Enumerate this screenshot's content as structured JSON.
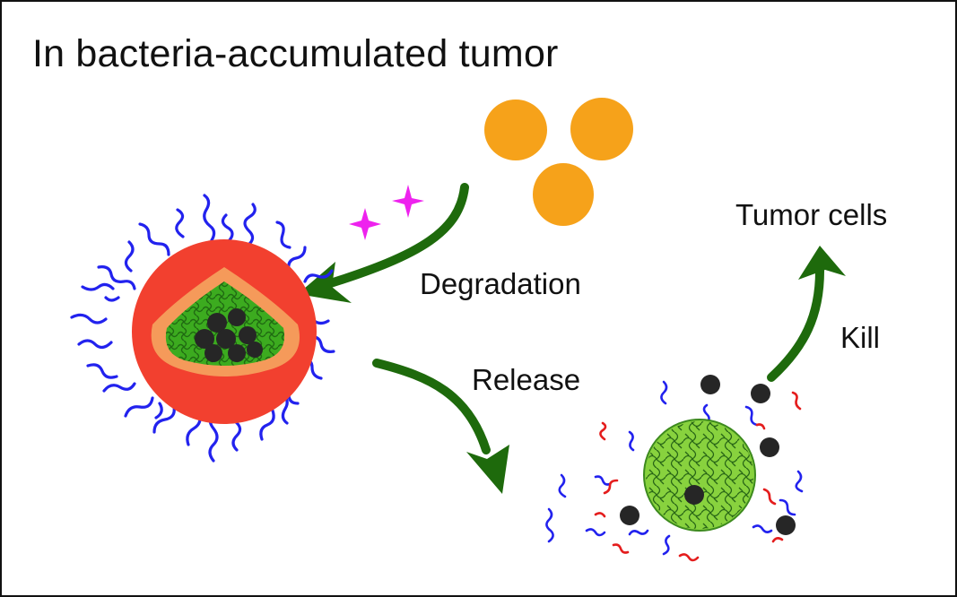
{
  "title": "In bacteria-accumulated tumor",
  "labels": {
    "degradation": "Degradation",
    "release": "Release",
    "kill": "Kill",
    "tumor_cells": "Tumor cells"
  },
  "colors": {
    "arrow": "#1e6a0c",
    "bacteria": "#f6a21a",
    "sparkle": "#ee22ee",
    "shell_red": "#f2402f",
    "shell_orange": "#f59a5a",
    "core_green": "#3cab1f",
    "released_core": "#88d23e",
    "drug_particle": "#262626",
    "peg_chain": "#2222ee",
    "fragment_red": "#e41d1d"
  }
}
